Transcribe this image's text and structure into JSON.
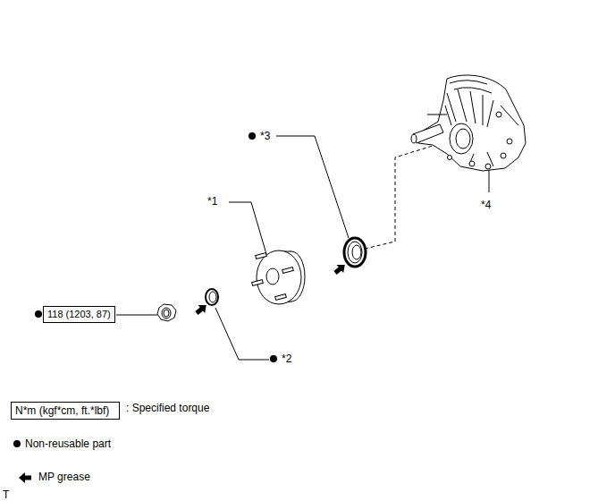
{
  "diagram": {
    "nodes": [
      {
        "text": [
          "118 (1203, 87)"
        ]
      },
      {
        "text": [
          "N*m (kgf*cm, ft.*lbf)"
        ]
      }
    ],
    "labels": [
      "*3",
      "*1",
      "*4",
      "*2",
      "T"
    ],
    "legend": [
      {
        "text": ": Specified torque"
      },
      {
        "text": "Non-reusable part"
      },
      {
        "text": "MP grease"
      }
    ]
  }
}
